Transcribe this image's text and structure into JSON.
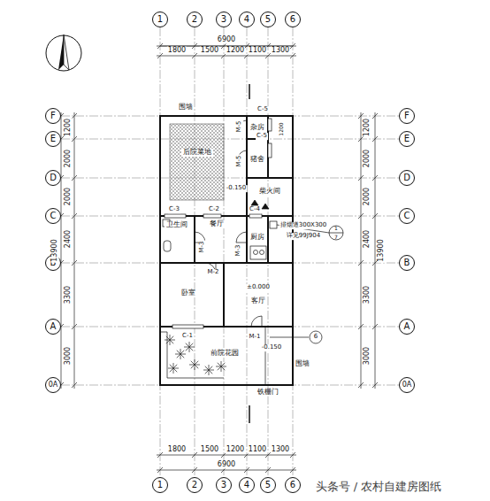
{
  "diagram": {
    "nodes": [
      {
        "text": [
          "1"
        ]
      },
      {
        "text": [
          "2"
        ]
      },
      {
        "text": [
          "3"
        ]
      },
      {
        "text": [
          "4"
        ]
      },
      {
        "text": [
          "5"
        ]
      },
      {
        "text": [
          "6"
        ]
      },
      {
        "text": [
          "F"
        ]
      },
      {
        "text": [
          "E"
        ]
      },
      {
        "text": [
          "D"
        ]
      },
      {
        "text": [
          "C"
        ]
      },
      {
        "text": [
          "B"
        ]
      },
      {
        "text": [
          "A"
        ]
      },
      {
        "text": [
          "0A"
        ]
      },
      {
        "text": [
          "杂房"
        ]
      },
      {
        "text": [
          "猪舍"
        ]
      },
      {
        "text": [
          "后院菜地"
        ]
      },
      {
        "text": [
          "柴火间"
        ]
      },
      {
        "text": [
          "卫生间"
        ]
      },
      {
        "text": [
          "餐厅"
        ]
      },
      {
        "text": [
          "厨房"
        ]
      },
      {
        "text": [
          "卧室"
        ]
      },
      {
        "text": [
          "客厅"
        ]
      },
      {
        "text": [
          "前院花园"
        ]
      },
      {
        "text": [
          "F"
        ]
      },
      {
        "text": [
          "E"
        ]
      },
      {
        "text": [
          "D"
        ]
      },
      {
        "text": [
          "C"
        ]
      },
      {
        "text": [
          "B"
        ]
      },
      {
        "text": [
          "A"
        ]
      },
      {
        "text": [
          "0A"
        ]
      },
      {
        "text": [
          "1"
        ]
      },
      {
        "text": [
          "2"
        ]
      },
      {
        "text": [
          "3"
        ]
      },
      {
        "text": [
          "4"
        ]
      },
      {
        "text": [
          "5"
        ]
      },
      {
        "text": [
          "6"
        ]
      }
    ],
    "labels": [
      "1800",
      "1500",
      "1200",
      "1100",
      "1300",
      "6900",
      "1800",
      "1500",
      "1200",
      "1100",
      "1300",
      "6900",
      "1200",
      "2000",
      "2000",
      "2400",
      "3300",
      "3000",
      "13900",
      "1200",
      "2000",
      "2000",
      "2400",
      "3300",
      "3000",
      "13900",
      "围墙",
      "M-5",
      "C-5",
      "C-5",
      "M-5",
      "-0.150",
      "C-3",
      "C-2",
      "C-4",
      "排烟道300X300",
      "详见99J904",
      "1",
      "7",
      "M-3",
      "M-3",
      "M-2",
      "±0.000",
      "C-1",
      "M-1",
      "6",
      "-0.150",
      "围墙",
      "铁栅门",
      "头条号 / 农村自建房图纸",
      "1200"
    ]
  }
}
